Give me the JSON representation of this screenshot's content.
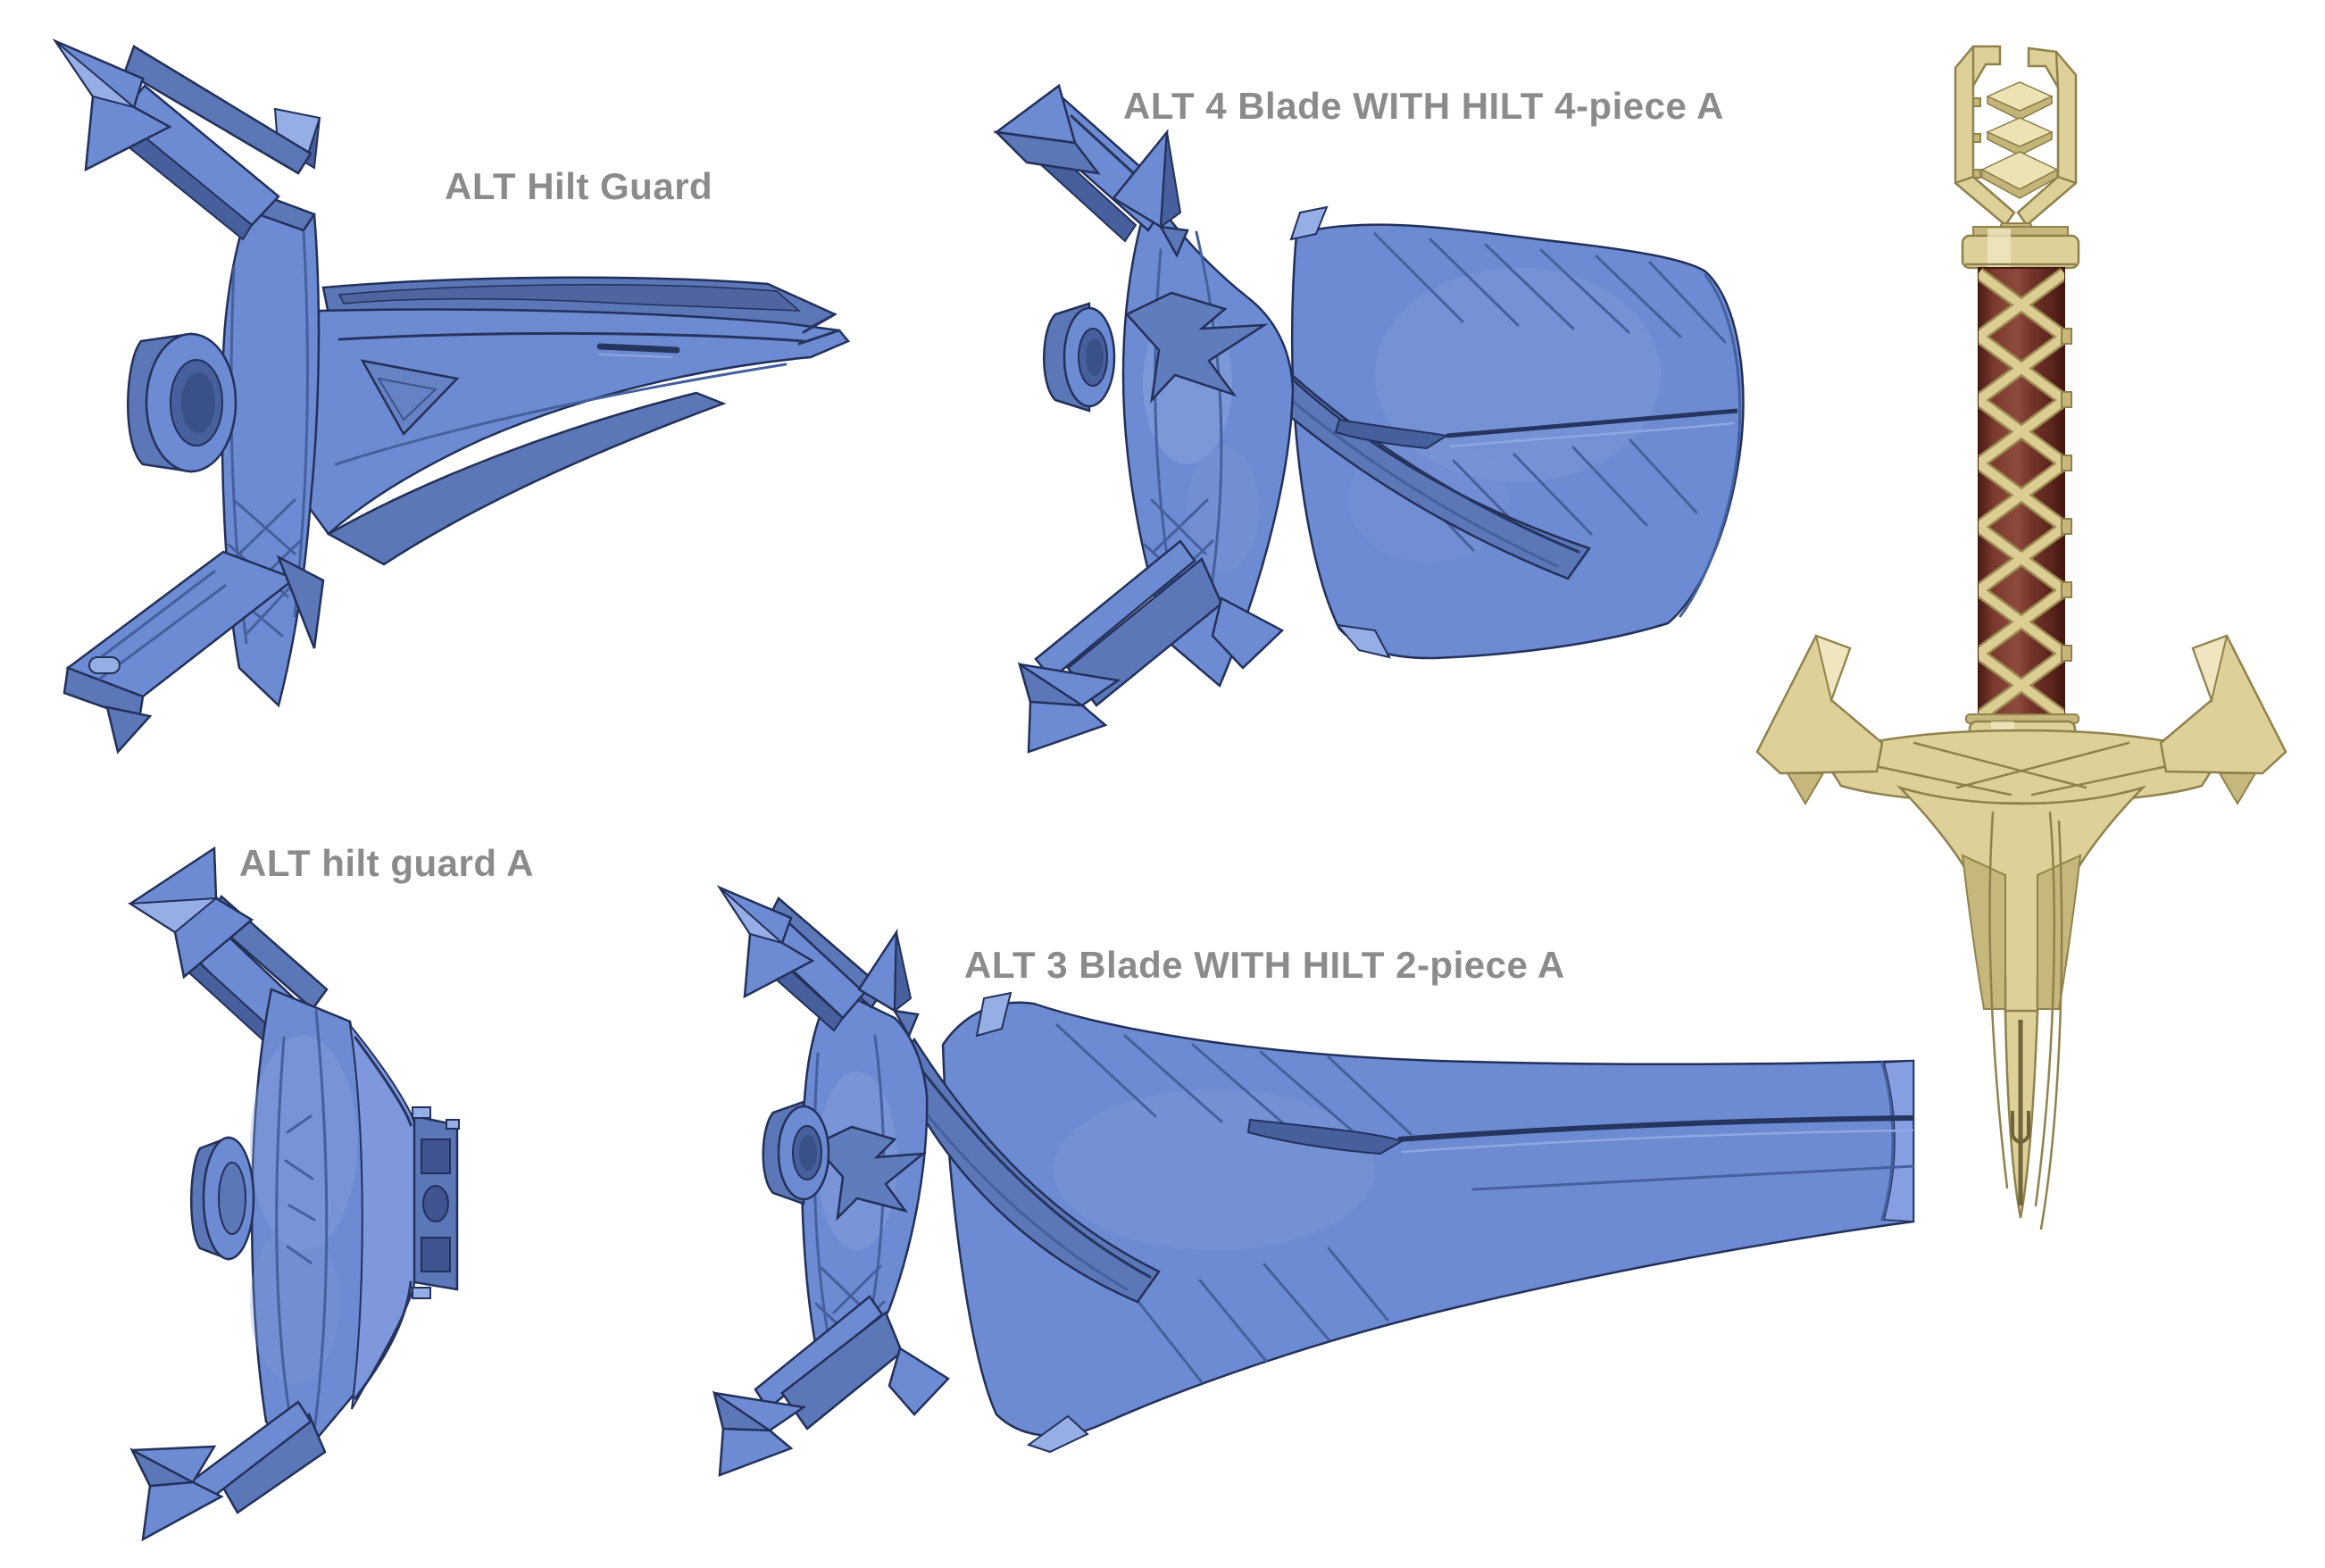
{
  "page": {
    "background": "#ffffff"
  },
  "colors": {
    "part_blue": "#6d8bd3",
    "part_blue_shade": "#5b77b8",
    "part_blue_dark": "#47609d",
    "outline_navy": "#22305a",
    "gold": "#ddd099",
    "gold_light": "#efe6bf",
    "gold_dark": "#c6b87c",
    "grip_maroon": "#74342b",
    "label_gray": "#8b8b8b"
  },
  "figures": {
    "alt_hilt_guard": {
      "label": "ALT Hilt Guard"
    },
    "alt_4_blade": {
      "label": "ALT 4 Blade WITH HILT 4-piece A"
    },
    "alt_hilt_guard_a": {
      "label": "ALT hilt guard A"
    },
    "alt_3_blade": {
      "label": "ALT 3 Blade WITH HILT 2-piece A"
    }
  }
}
